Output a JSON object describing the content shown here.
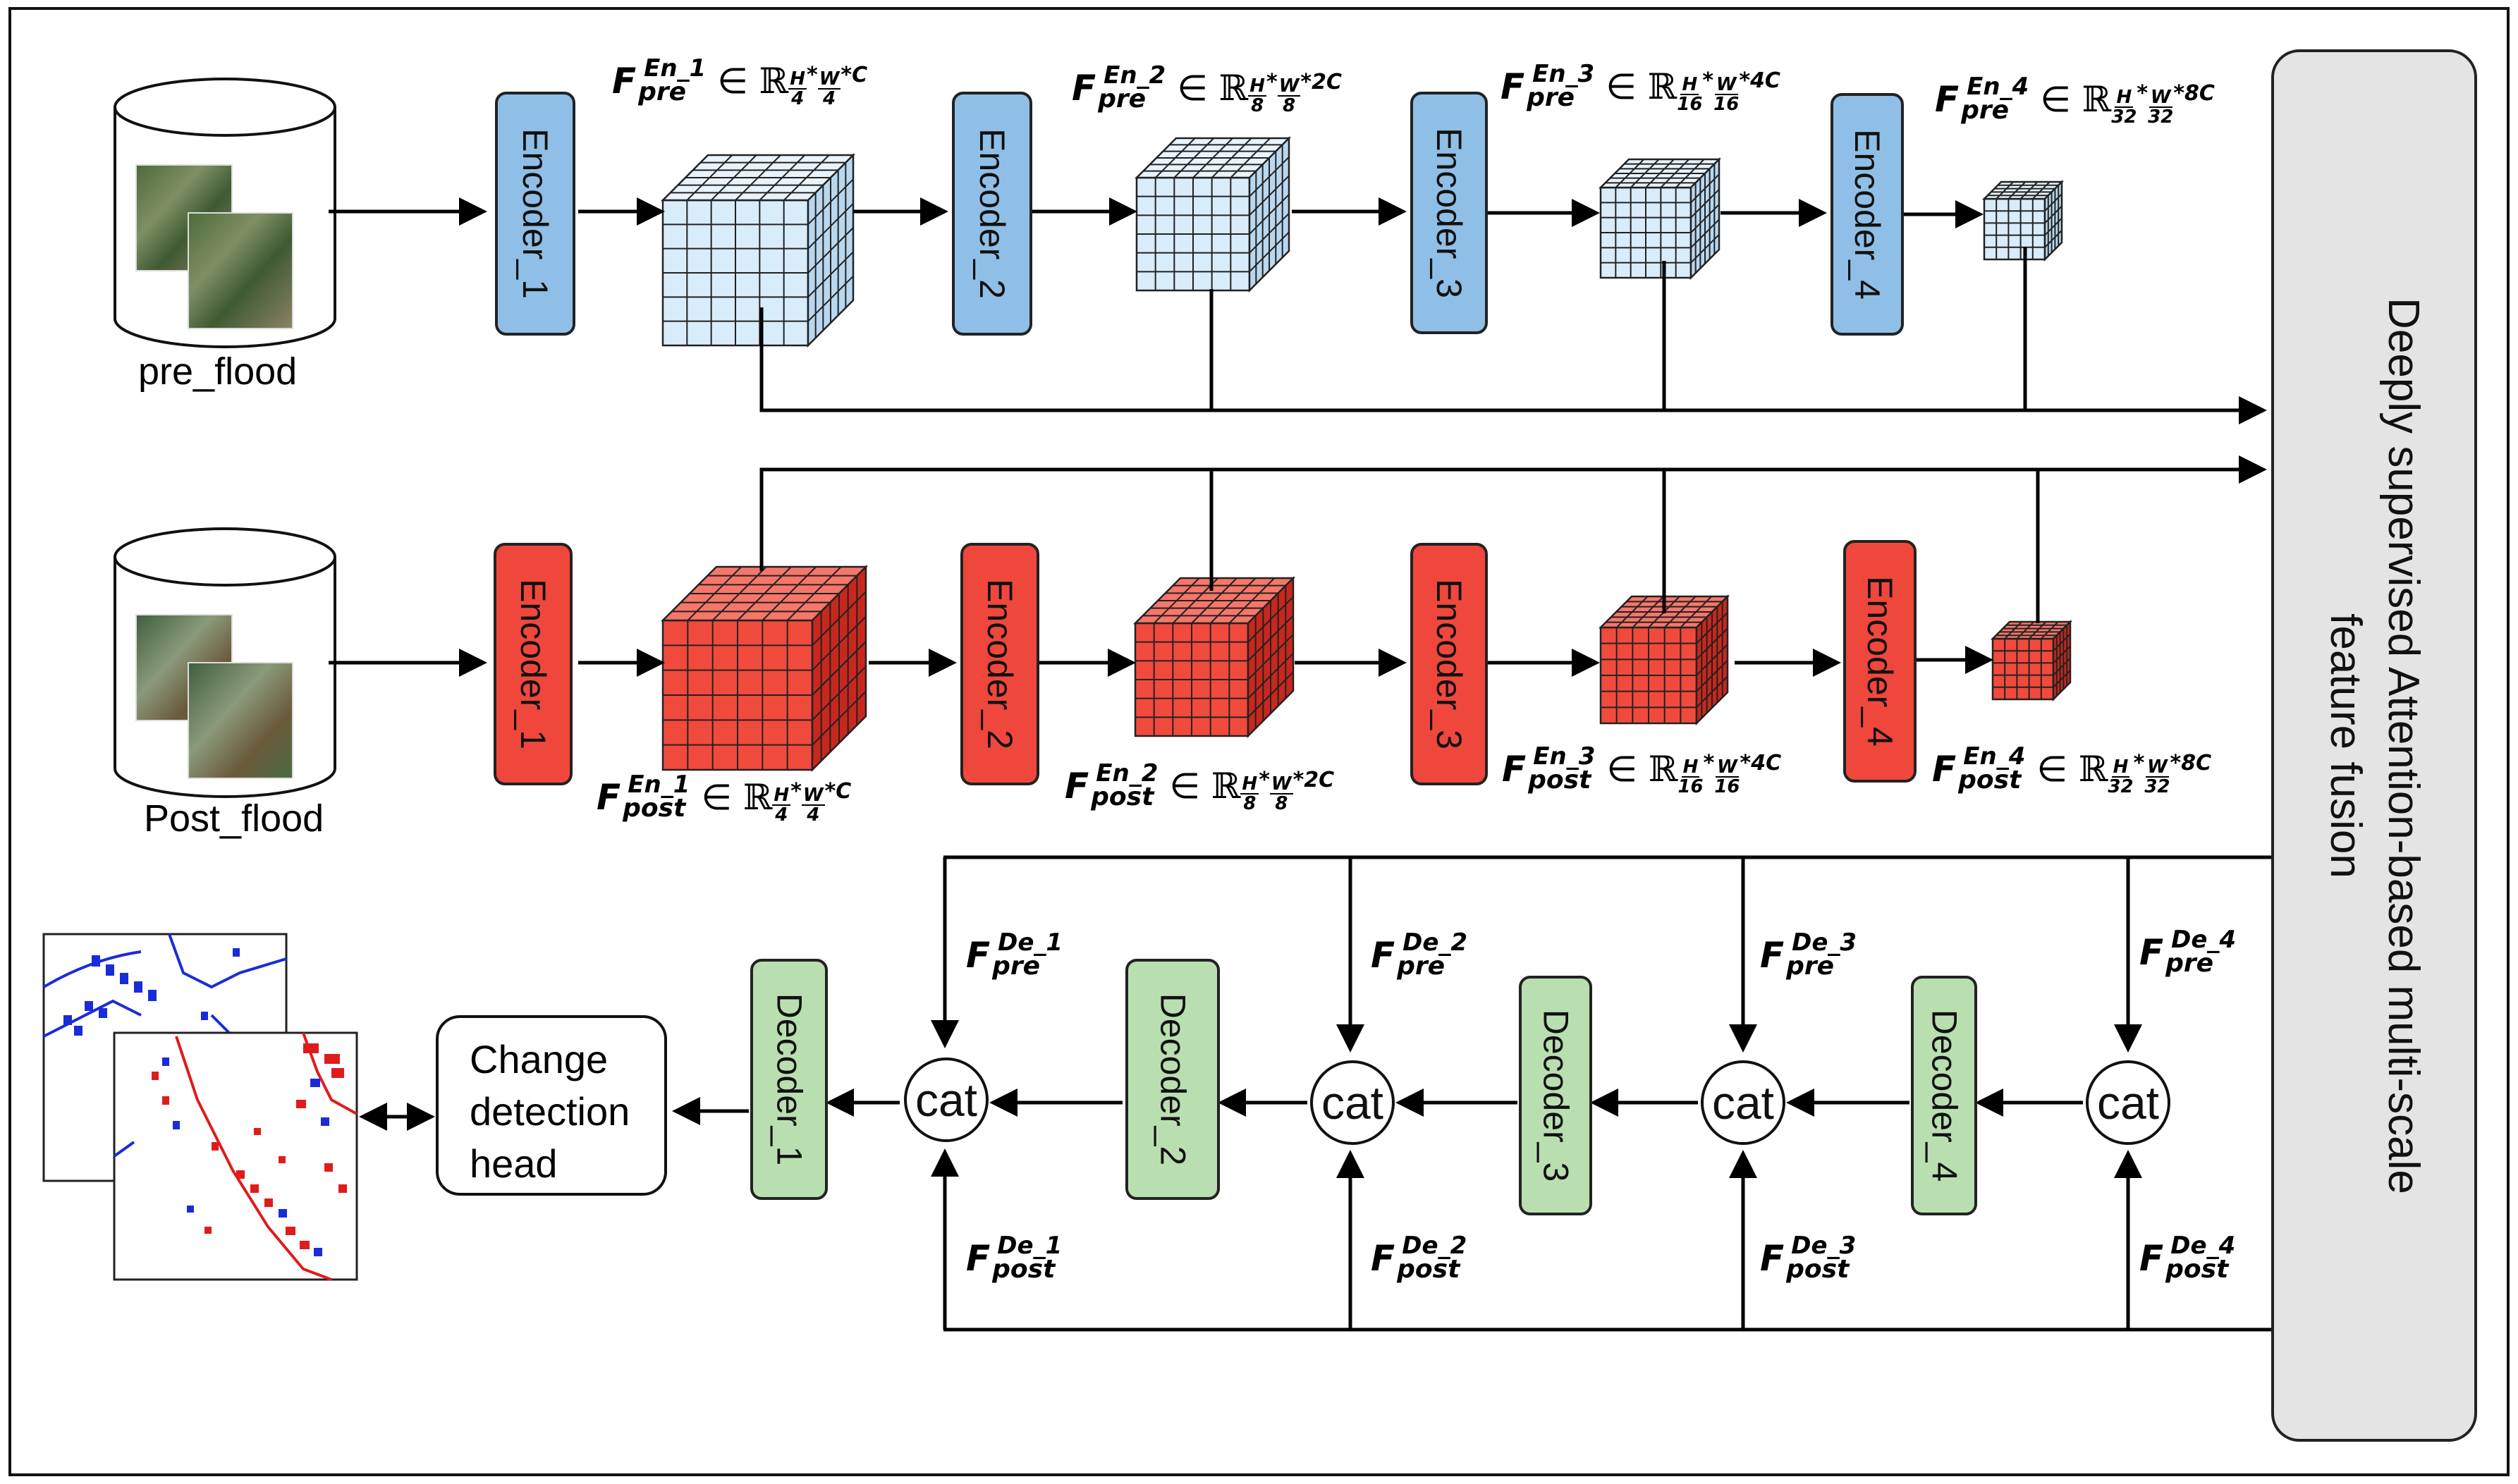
{
  "inputs": {
    "pre": "pre_flood",
    "post": "Post_flood"
  },
  "encoders": {
    "pre": [
      "Encoder_1",
      "Encoder_2",
      "Encoder_3",
      "Encoder_4"
    ],
    "post": [
      "Encoder_1",
      "Encoder_2",
      "Encoder_3",
      "Encoder_4"
    ]
  },
  "features": {
    "pre": [
      {
        "base": "F",
        "sub": "pre",
        "sup": "En_1",
        "elem": "∈",
        "set": "ℝ",
        "dims": [
          {
            "num": "H",
            "den": "4"
          },
          {
            "num": "W",
            "den": "4"
          }
        ],
        "channels": "C"
      },
      {
        "base": "F",
        "sub": "pre",
        "sup": "En_2",
        "elem": "∈",
        "set": "ℝ",
        "dims": [
          {
            "num": "H",
            "den": "8"
          },
          {
            "num": "W",
            "den": "8"
          }
        ],
        "channels": "2C"
      },
      {
        "base": "F",
        "sub": "pre",
        "sup": "En_3",
        "elem": "∈",
        "set": "ℝ",
        "dims": [
          {
            "num": "H",
            "den": "16"
          },
          {
            "num": "W",
            "den": "16"
          }
        ],
        "channels": "4C"
      },
      {
        "base": "F",
        "sub": "pre",
        "sup": "En_4",
        "elem": "∈",
        "set": "ℝ",
        "dims": [
          {
            "num": "H",
            "den": "32"
          },
          {
            "num": "W",
            "den": "32"
          }
        ],
        "channels": "8C"
      }
    ],
    "post": [
      {
        "base": "F",
        "sub": "post",
        "sup": "En_1",
        "elem": "∈",
        "set": "ℝ",
        "dims": [
          {
            "num": "H",
            "den": "4"
          },
          {
            "num": "W",
            "den": "4"
          }
        ],
        "channels": "C"
      },
      {
        "base": "F",
        "sub": "post",
        "sup": "En_2",
        "elem": "∈",
        "set": "ℝ",
        "dims": [
          {
            "num": "H",
            "den": "8"
          },
          {
            "num": "W",
            "den": "8"
          }
        ],
        "channels": "2C"
      },
      {
        "base": "F",
        "sub": "post",
        "sup": "En_3",
        "elem": "∈",
        "set": "ℝ",
        "dims": [
          {
            "num": "H",
            "den": "16"
          },
          {
            "num": "W",
            "den": "16"
          }
        ],
        "channels": "4C"
      },
      {
        "base": "F",
        "sub": "post",
        "sup": "En_4",
        "elem": "∈",
        "set": "ℝ",
        "dims": [
          {
            "num": "H",
            "den": "32"
          },
          {
            "num": "W",
            "den": "32"
          }
        ],
        "channels": "8C"
      }
    ],
    "dec_pre": [
      {
        "base": "F",
        "sub": "pre",
        "sup": "De_1"
      },
      {
        "base": "F",
        "sub": "pre",
        "sup": "De_2"
      },
      {
        "base": "F",
        "sub": "pre",
        "sup": "De_3"
      },
      {
        "base": "F",
        "sub": "pre",
        "sup": "De_4"
      }
    ],
    "dec_post": [
      {
        "base": "F",
        "sub": "post",
        "sup": "De_1"
      },
      {
        "base": "F",
        "sub": "post",
        "sup": "De_2"
      },
      {
        "base": "F",
        "sub": "post",
        "sup": "De_3"
      },
      {
        "base": "F",
        "sub": "post",
        "sup": "De_4"
      }
    ],
    "mult": "*"
  },
  "fusion": {
    "line1": "Deeply supervised Attention-based multi-scale",
    "line2": "feature fusion"
  },
  "decoders": [
    "Decoder_1",
    "Decoder_2",
    "Decoder_3",
    "Decoder_4"
  ],
  "cat_label": "cat",
  "head": {
    "line1": "Change",
    "line2": "detection",
    "line3": "head"
  },
  "colors": {
    "pre_encoder": "#8fbfe6",
    "pre_cube_front": "#d8ecfa",
    "pre_cube_top": "#e8f4fc",
    "pre_cube_side": "#b9d8ef",
    "post_encoder": "#f0473c",
    "post_cube_front": "#f04a3c",
    "post_cube_top": "#f7766a",
    "post_cube_side": "#c8271d",
    "decoder": "#b9dfb1",
    "fusion": "#e4e4e4",
    "change_map_blue": "#1a2cd8",
    "change_map_red": "#e01b1b"
  }
}
